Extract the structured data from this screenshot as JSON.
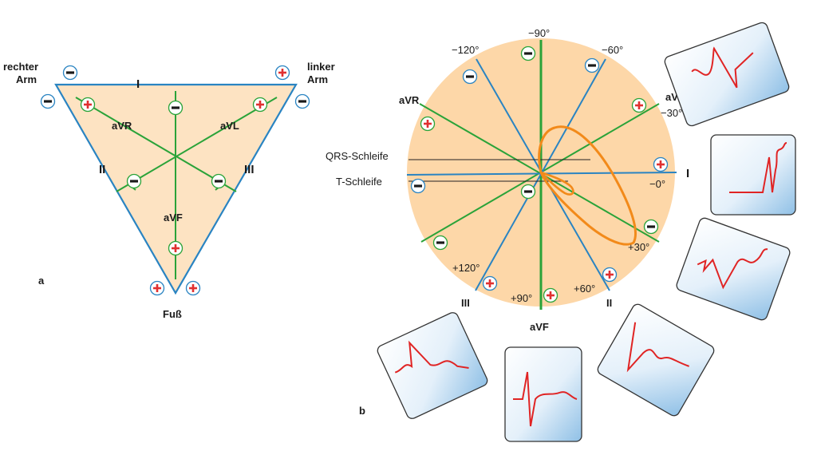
{
  "panel_a": {
    "label": "a",
    "right_arm": [
      "rechter",
      "Arm"
    ],
    "left_arm": [
      "linker",
      "Arm"
    ],
    "foot": "Fuß",
    "lead_I": "I",
    "lead_II": "II",
    "lead_III": "III",
    "aVR": "aVR",
    "aVL": "aVL",
    "aVF": "aVF"
  },
  "panel_b": {
    "label": "b",
    "aVR": "aVR",
    "aVL": "aVL",
    "aVF": "aVF",
    "lead_I": "I",
    "lead_II": "II",
    "lead_III": "III",
    "qrs_loop": "QRS-Schleife",
    "t_loop": "T-Schleife",
    "angles": {
      "m90": "−90°",
      "m120": "−120°",
      "m60": "−60°",
      "m30": "−30°",
      "zero": "−0°",
      "p30": "+30°",
      "p60": "+60°",
      "p90": "+90°",
      "p120": "+120°"
    }
  },
  "colors": {
    "triangle_fill": "#fde3c2",
    "circle_fill": "#fdd7a8",
    "blue_line": "#2a84c2",
    "green_line": "#2aa339",
    "orange_loop": "#f28a1a",
    "plus_red": "#e03030",
    "minus_dark": "#1a1a1a",
    "ecg_red": "#e02424",
    "card_blue": "#8fc0e6"
  },
  "icons": {
    "plus": "plus-electrode-icon",
    "minus": "minus-electrode-icon"
  }
}
